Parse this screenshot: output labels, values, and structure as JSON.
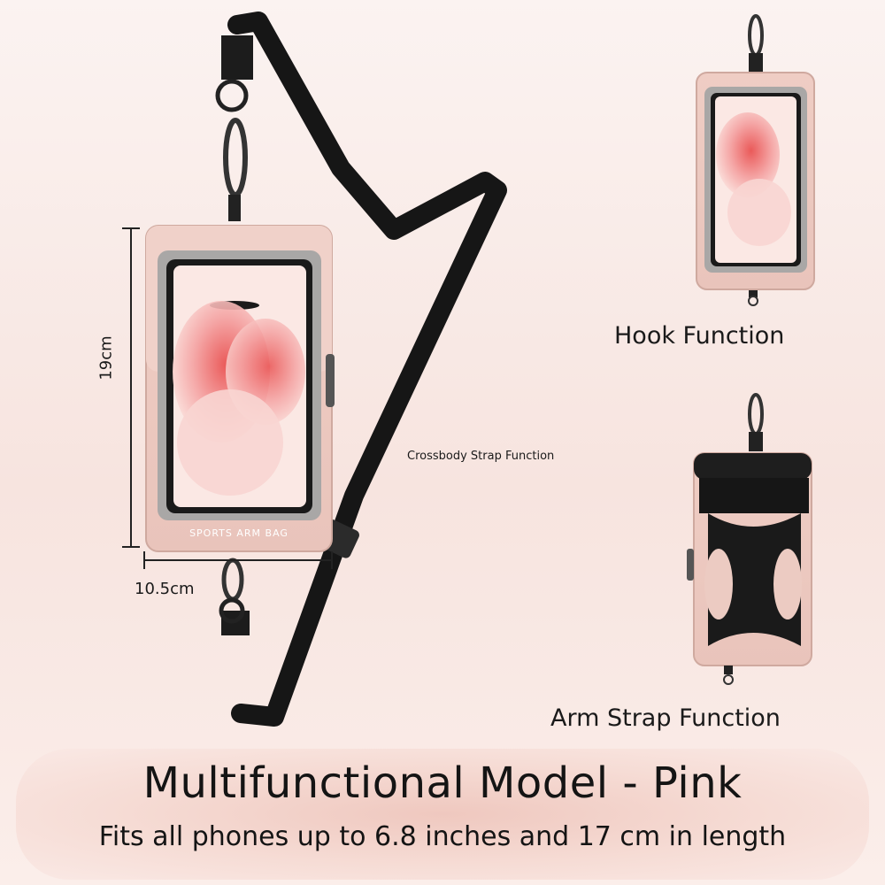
{
  "labels": {
    "hook": "Hook Function",
    "arm": "Arm Strap Function",
    "crossbody": "Crossbody Strap Function"
  },
  "dimensions": {
    "height": "19cm",
    "width": "10.5cm"
  },
  "banner": {
    "title": "Multifunctional Model - Pink",
    "subtitle": "Fits all phones up to 6.8 inches and 17 cm in length"
  },
  "product": {
    "print": "SPORTS ARM BAG",
    "color": "#efcdc4"
  }
}
